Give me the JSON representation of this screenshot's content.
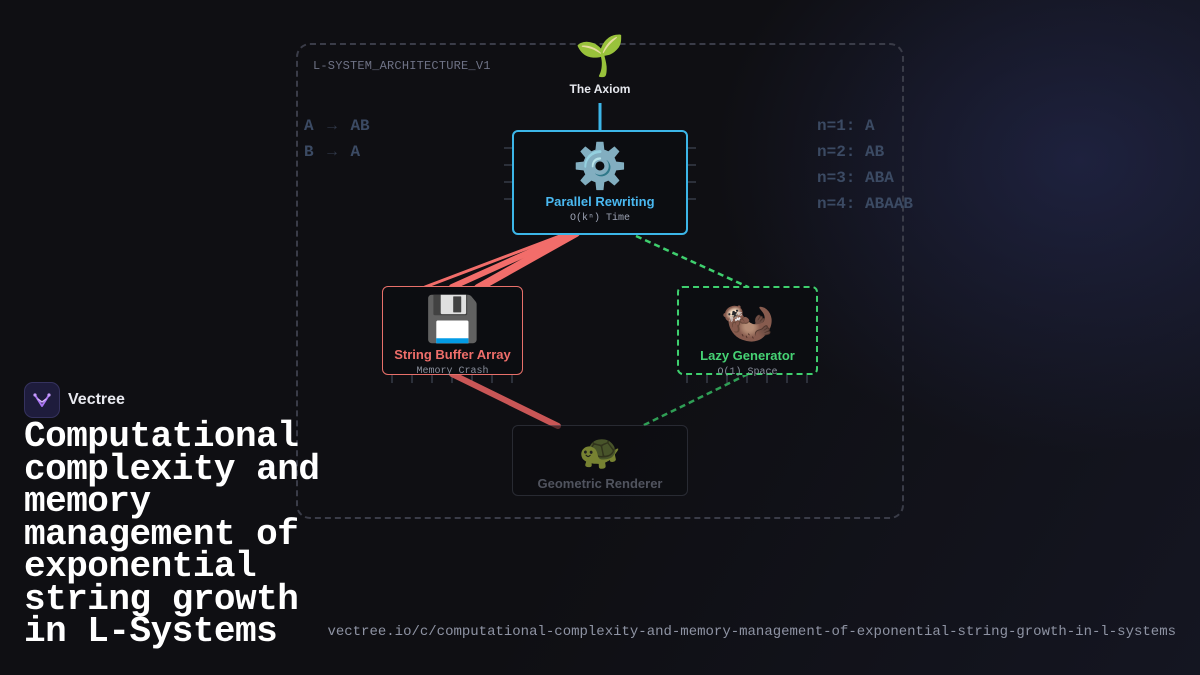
{
  "diagram": {
    "frame_label": "L-SYSTEM_ARCHITECTURE_V1",
    "rules": [
      {
        "lhs": "A",
        "arrow": "→",
        "rhs": "AB"
      },
      {
        "lhs": "B",
        "arrow": "→",
        "rhs": "A"
      }
    ],
    "iterations": [
      "n=1: A",
      "n=2: AB",
      "n=3: ABA",
      "n=4: ABAAB"
    ],
    "axiom": {
      "emoji": "🌱",
      "label": "The Axiom"
    },
    "rewriting": {
      "emoji": "⚙️",
      "title": "Parallel Rewriting",
      "subtitle": "O(kⁿ) Time"
    },
    "buffer": {
      "emoji": "💾",
      "title": "String Buffer Array",
      "subtitle": "Memory Crash"
    },
    "lazy": {
      "emoji": "🦦",
      "title": "Lazy Generator",
      "subtitle": "O(1) Space"
    },
    "renderer": {
      "emoji": "🐢",
      "title": "Geometric Renderer"
    },
    "colors": {
      "rewriting": "#3cb6e8",
      "buffer": "#e8706a",
      "lazy": "#3fcf6e",
      "renderer": "#3a3d48"
    }
  },
  "brand": {
    "name": "Vectree"
  },
  "headline": "Computational complexity and memory management of exponential string growth in L-Systems",
  "url": "vectree.io/c/computational-complexity-and-memory-management-of-exponential-string-growth-in-l-systems"
}
